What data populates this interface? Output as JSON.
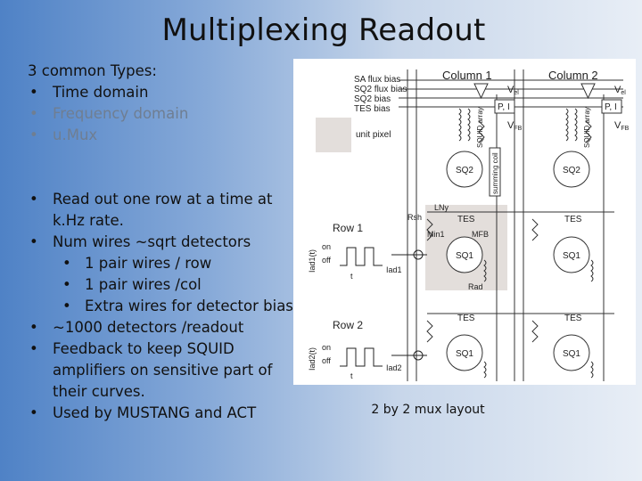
{
  "slide": {
    "title": "Multiplexing Readout",
    "intro": "3 common Types:",
    "types": [
      "Time domain",
      "Frequency domain",
      "u.Mux"
    ],
    "bullets_part1": [
      "Read out one row at a time at k.Hz rate.",
      "Num wires ~sqrt detectors"
    ],
    "sub_bullets": [
      "1 pair wires / row",
      "1 pair wires /col",
      "Extra wires for detector bias"
    ],
    "bullets_part2": [
      "~1000 detectors /readout",
      "Feedback to keep SQUID amplifiers on sensitive part of their curves.",
      "Used by MUSTANG and ACT"
    ],
    "caption": "2 by 2 mux layout"
  },
  "diagram": {
    "bias_labels": [
      "SA flux bias",
      "SQ2 flux bias",
      "SQ2 bias",
      "TES bias"
    ],
    "column1": "Column 1",
    "column2": "Column 2",
    "v_el": "V",
    "v_el_sub": "el",
    "v_fb": "V",
    "v_fb_sub": "FB",
    "pi": "P, I",
    "squid_array": "SQUID array",
    "summing_coil": "summing coil",
    "unit_pixel": "unit pixel",
    "sq2": "SQ2",
    "sq1": "SQ1",
    "tes": "TES",
    "row1": "Row 1",
    "row2": "Row 2",
    "on": "on",
    "off": "off",
    "t": "t",
    "iad1_axis": "Iad1(t)",
    "iad2_axis": "Iad2(t)",
    "iad1": "Iad1",
    "iad2": "Iad2",
    "rsh": "Rsh",
    "lny": "LNy",
    "min": "Min1",
    "mfb": "MFB",
    "rad": "Rad"
  },
  "colors": {
    "background_left": "#4f82c6",
    "background_right": "#e8eef6",
    "unit_pixel_highlight": "#e3dedb",
    "faded_text": "#6f7e92"
  }
}
